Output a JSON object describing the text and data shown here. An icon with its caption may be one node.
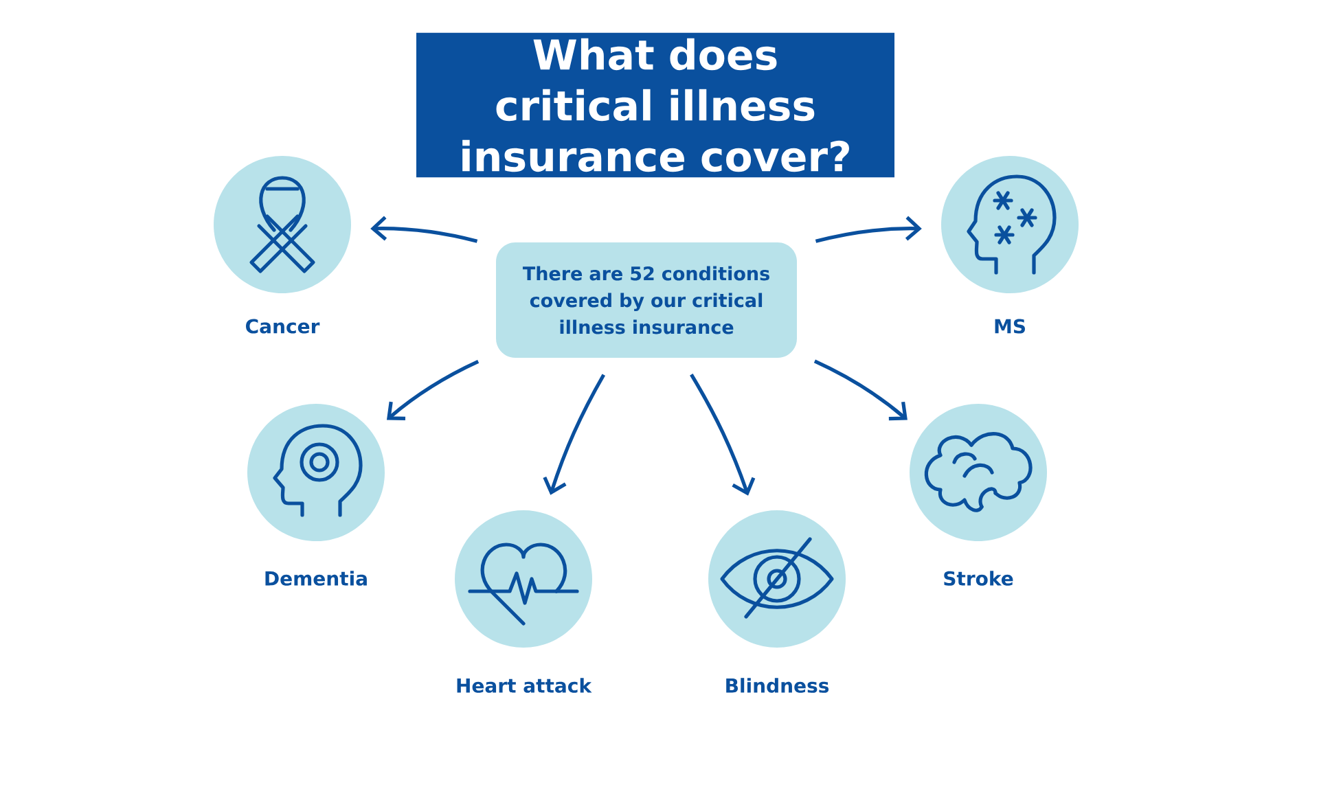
{
  "diagram": {
    "title": "What does critical illness insurance cover?",
    "nodes": [
      {
        "text": [
          "There are 52 conditions covered by our critical illness insurance"
        ]
      },
      {
        "text": [
          "Cancer"
        ]
      },
      {
        "text": [
          "MS"
        ]
      },
      {
        "text": [
          "Dementia"
        ]
      },
      {
        "text": [
          "Heart attack"
        ]
      },
      {
        "text": [
          "Blindness"
        ]
      },
      {
        "text": [
          "Stroke"
        ]
      }
    ],
    "edges": [
      {
        "from": 0,
        "to": 1,
        "arrow": "to"
      },
      {
        "from": 0,
        "to": 2,
        "arrow": "to"
      },
      {
        "from": 0,
        "to": 3,
        "arrow": "to"
      },
      {
        "from": 0,
        "to": 4,
        "arrow": "to"
      },
      {
        "from": 0,
        "to": 5,
        "arrow": "to"
      },
      {
        "from": 0,
        "to": 6,
        "arrow": "to"
      }
    ]
  }
}
